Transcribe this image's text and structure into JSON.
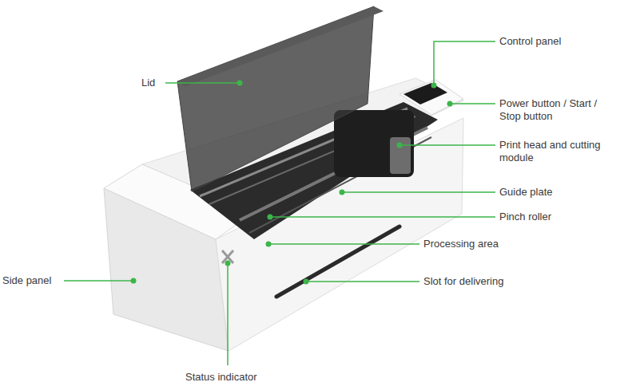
{
  "diagram": {
    "labels": [
      "Lid",
      "Control panel",
      "Power button / Start / Stop button",
      "Print head and cutting module",
      "Guide plate",
      "Pinch roller",
      "Processing area",
      "Slot for delivering",
      "Side panel",
      "Status indicator"
    ]
  }
}
